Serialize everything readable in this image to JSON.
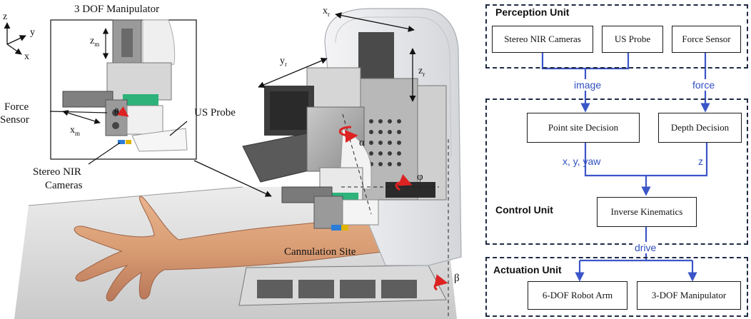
{
  "left_figure": {
    "inset_title": "3 DOF Manipulator",
    "axes": {
      "z": "z",
      "y": "y",
      "x": "x"
    },
    "labels": {
      "z_m": "z",
      "z_m_sub": "m",
      "x_m": "x",
      "x_m_sub": "m",
      "theta": "θ",
      "force_sensor_line1": "Force",
      "force_sensor_line2": "Sensor",
      "us_probe": "US Probe",
      "stereo_line1": "Stereo NIR",
      "stereo_line2": "Cameras",
      "x_r": "x",
      "x_r_sub": "r",
      "y_r": "y",
      "y_r_sub": "r",
      "z_r": "z",
      "z_r_sub": "r",
      "alpha": "α",
      "phi": "φ",
      "beta": "β",
      "cannulation_site": "Cannulation Site"
    }
  },
  "flowchart": {
    "perception_unit": {
      "title": "Perception Unit",
      "boxes": [
        "Stereo NIR Cameras",
        "US Probe",
        "Force Sensor"
      ]
    },
    "flow_image": "image",
    "flow_force": "force",
    "control_unit": {
      "title": "Control Unit",
      "point_site": "Point site Decision",
      "depth": "Depth Decision",
      "flow_xyyaw": "x, y, yaw",
      "flow_z": "z",
      "inverse_kinematics": "Inverse Kinematics"
    },
    "flow_drive": "drive",
    "actuation_unit": {
      "title": "Actuation Unit",
      "boxes": [
        "6-DOF Robot Arm",
        "3-DOF Manipulator"
      ]
    },
    "colors": {
      "arrow": "#3a55c8",
      "dashed_border": "#1f2a44"
    }
  }
}
